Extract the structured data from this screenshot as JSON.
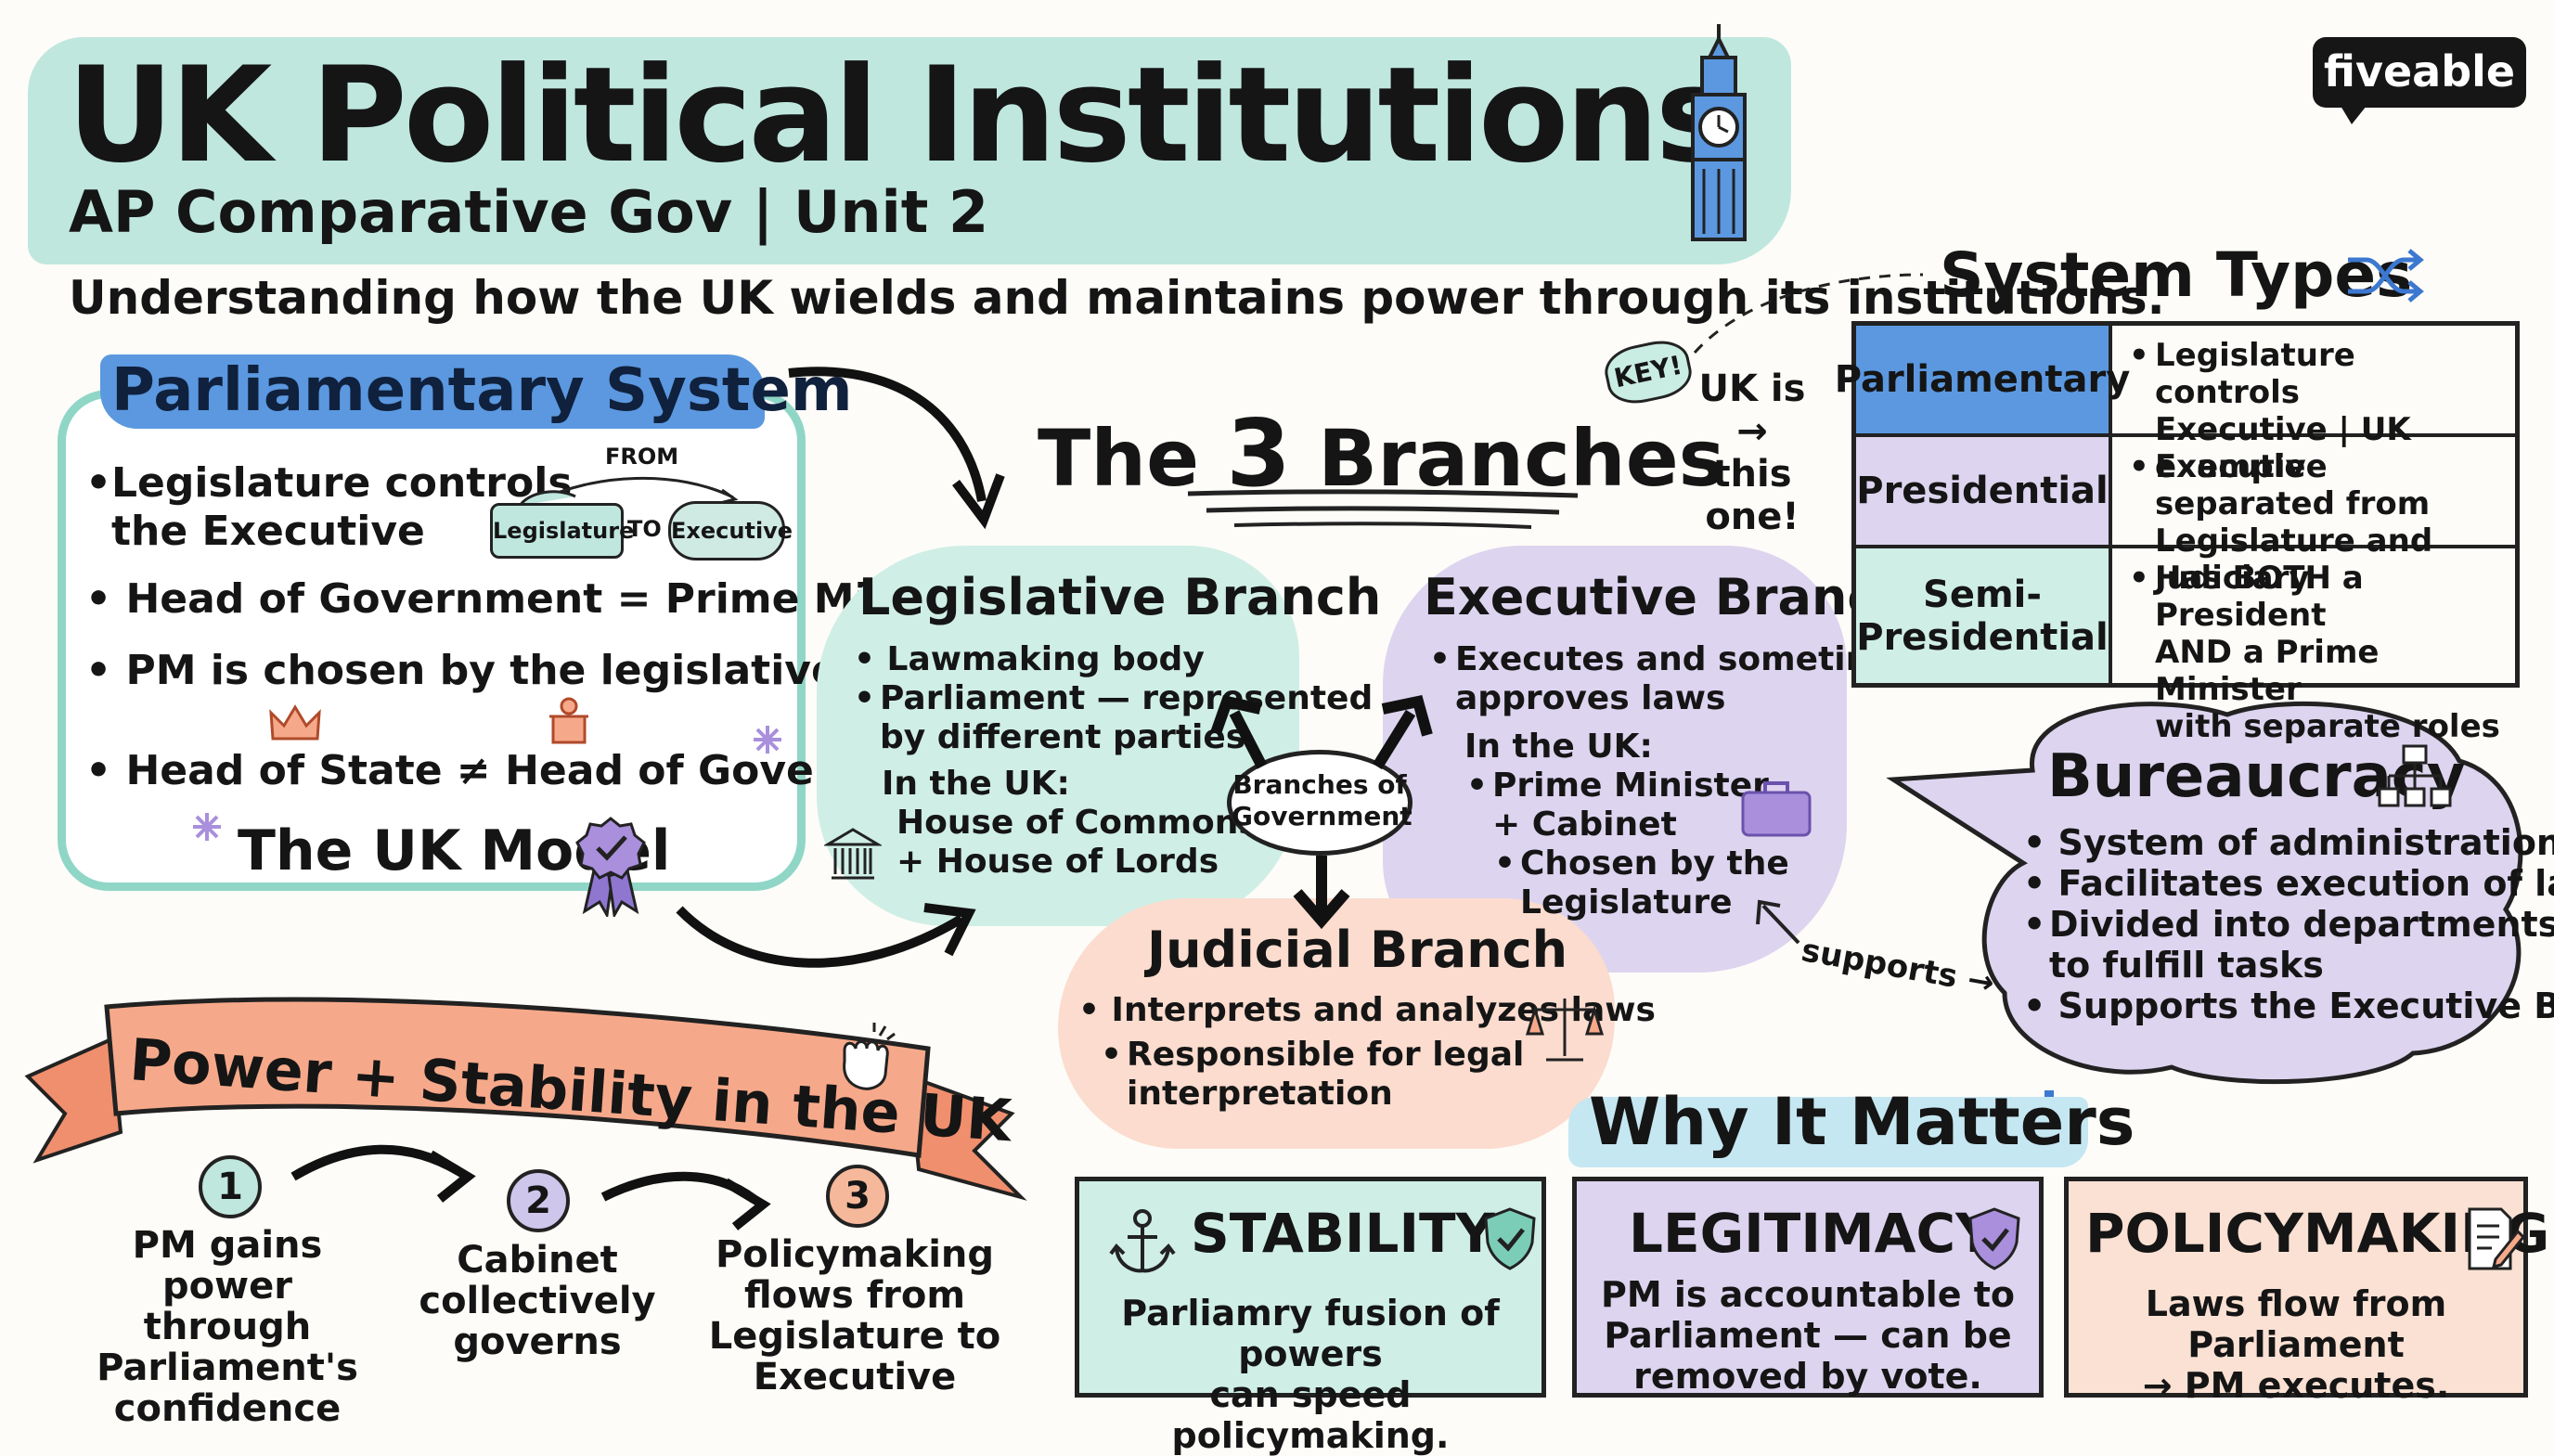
{
  "header": {
    "title": "UK Political Institutions",
    "subtitle": "AP Comparative Gov | Unit 2",
    "tagline": "Understanding how the UK wields and maintains power through its institutions.",
    "brand": "fiveable"
  },
  "parliamentary_system": {
    "title": "Parliamentary System",
    "bullets": [
      "Legislature controls\nthe Executive",
      "Head of Government = Prime Minister",
      "PM is chosen by the legislative branch",
      "Head of State ≠ Head of Government"
    ],
    "diagram": {
      "from": "FROM",
      "legislature": "Legislature",
      "to": "TO",
      "executive": "Executive"
    },
    "model_label": "The UK Model"
  },
  "branches": {
    "title_prefix": "The",
    "title_number": "3",
    "title_suffix": "Branches",
    "center": "Branches of\nGovernment",
    "legislative": {
      "title": "Legislative Branch",
      "bullets": [
        "Lawmaking body",
        "Parliament — represented\nby different parties"
      ],
      "uk_label": "In the UK:",
      "uk_lines": "House of Commons\n+ House of Lords"
    },
    "executive": {
      "title": "Executive Branch",
      "bullets": [
        "Executes and sometimes\napproves laws"
      ],
      "uk_label": "In the UK:",
      "uk_bullets": [
        "Prime Minister\n+ Cabinet",
        "Chosen by the\nLegislature"
      ]
    },
    "judicial": {
      "title": "Judicial Branch",
      "bullets": [
        "Interprets and analyzes laws",
        "Responsible for legal\ninterpretation"
      ]
    }
  },
  "system_types": {
    "title": "System Types",
    "key": "KEY!",
    "uk_note": "UK is →\nthis one!",
    "rows": [
      {
        "name": "Parliamentary",
        "desc": "Legislature controls\nExecutive | UK example",
        "highlight": "#5b98e0"
      },
      {
        "name": "Presidential",
        "desc": "Executive separated from\nLegislature and Judiciary",
        "highlight": "#ddd4ef"
      },
      {
        "name": "Semi-\nPresidential",
        "desc": "Has BOTH a President\nAND a Prime Minister\nwith separate roles",
        "highlight": "#cfeee6"
      }
    ]
  },
  "bureaucracy": {
    "title": "Bureaucracy",
    "bullets": [
      "System of administration",
      "Facilitates execution of laws",
      "Divided into departments\nto fulfill tasks",
      "Supports the Executive Branch"
    ],
    "supports_label": "supports →"
  },
  "power_stability": {
    "title": "Power + Stability in the UK",
    "steps": [
      {
        "num": "1",
        "text": "PM gains power\nthrough\nParliament's\nconfidence"
      },
      {
        "num": "2",
        "text": "Cabinet\ncollectively\ngoverns"
      },
      {
        "num": "3",
        "text": "Policymaking\nflows from\nLegislature to\nExecutive"
      }
    ]
  },
  "why_it_matters": {
    "title": "Why It Matters",
    "cards": [
      {
        "title": "STABILITY",
        "body": "Parliamry fusion of powers\ncan speed policymaking."
      },
      {
        "title": "LEGITIMACY",
        "body": "PM is accountable to\nParliament — can be\nremoved by vote."
      },
      {
        "title": "POLICYMAKING",
        "body": "Laws flow from Parliament\n→ PM executes."
      }
    ]
  },
  "colors": {
    "teal": "#bfe7de",
    "blue": "#5b98e0",
    "lavender": "#ddd4ef",
    "peach": "#fbdcce",
    "salmon": "#f6a98a",
    "sky": "#c5e7f2"
  },
  "icons": [
    "big-ben-icon",
    "shuffle-icon",
    "crown-icon",
    "podium-icon",
    "ribbon-badge-icon",
    "sparkle-icon",
    "parliament-building-icon",
    "briefcase-icon",
    "scales-icon",
    "org-chart-icon",
    "fist-icon",
    "anchor-icon",
    "shield-check-icon",
    "document-pen-icon",
    "down-arrow-icon"
  ]
}
